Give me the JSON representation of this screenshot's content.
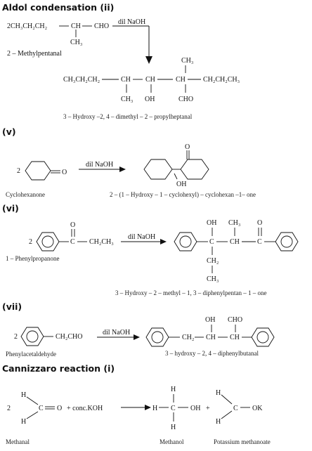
{
  "sections": {
    "aldol_ii": {
      "heading": "Aldol condensation (ii)",
      "reactant_prefix": "2CH₃CH₂CH₂",
      "reactant_ch": "CH",
      "reactant_cho": "CHO",
      "reactant_ch3": "CH₃",
      "reagent": "dil NaOH",
      "reactant_name": "2 – Methylpentanal",
      "product_left": "CH₃CH₂CH₂",
      "product_ch1": "CH",
      "product_ch2": "CH",
      "product_ch3": "CH",
      "product_right": "CH₂CH₂CH₃",
      "product_ch3_top": "CH₃",
      "product_ch3_bottom": "CH₃",
      "product_oh": "OH",
      "product_cho": "CHO",
      "product_name": "3 – Hydroxy –2, 4 – dimethyl – 2 – propylheptanal"
    },
    "v": {
      "heading": "(v)",
      "coef": "2",
      "carbonyl": "O",
      "reagent": "dil NaOH",
      "product_o": "O",
      "product_oh": "OH",
      "reactant_name": "Cyclohexanone",
      "product_name": "2 – (1 – Hydroxy – 1 – cyclohexyl) – cyclohexan –1– one"
    },
    "vi": {
      "heading": "(vi)",
      "coef": "2",
      "reactant_o": "O",
      "reactant_c": "C",
      "reactant_chain": "CH₂CH₃",
      "reagent": "dil NaOH",
      "product_oh": "OH",
      "product_ch3": "CH₃",
      "product_o": "O",
      "product_c1": "C",
      "product_ch": "CH",
      "product_c2": "C",
      "product_ch2": "CH₂",
      "product_ch3_bottom": "CH₃",
      "reactant_name": "1 – Phenylpropanone",
      "product_name": "3 – Hydroxy – 2 – methyl – 1, 3 – diphenylpentan – 1 – one"
    },
    "vii": {
      "heading": "(vii)",
      "coef": "2",
      "reactant_chain": "CH₂CHO",
      "reagent": "dil NaOH",
      "product_ch2": "CH₂",
      "product_ch1": "CH",
      "product_ch2b": "CH",
      "product_oh": "OH",
      "product_cho": "CHO",
      "reactant_name": "Phenylacetaldehyde",
      "product_name": "3 – hydroxy – 2, 4 – diphenylbutanal"
    },
    "cannizzaro": {
      "heading": "Cannizzaro reaction (i)",
      "coef": "2",
      "h_top": "H",
      "h_bottom": "H",
      "c": "C",
      "o": "O",
      "reagent_text": "+ conc.KOH",
      "meth_h_left": "H",
      "meth_c": "C",
      "meth_oh": "OH",
      "meth_h_top": "H",
      "meth_h_bottom": "H",
      "plus": "+",
      "form_h_top": "H",
      "form_h_bottom": "H",
      "form_c": "C",
      "form_ok": "OK",
      "name_1": "Methanal",
      "name_2": "Methanol",
      "name_3": "Potassium methanoate"
    }
  }
}
